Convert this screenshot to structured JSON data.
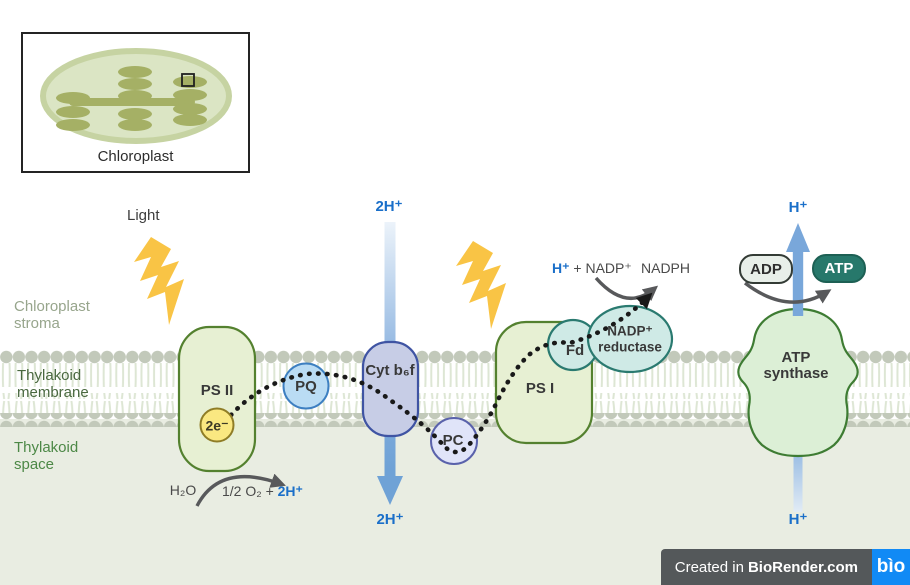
{
  "inset": {
    "label": "Chloroplast"
  },
  "light_label": "Light",
  "region_labels": {
    "stroma_line1": "Chloroplast",
    "stroma_line2": "stroma",
    "membrane_line1": "Thylakoid",
    "membrane_line2": "membrane",
    "space_line1": "Thylakoid",
    "space_line2": "space"
  },
  "complexes": {
    "ps2": "PS II",
    "pq": "PQ",
    "cyt_b6f": "Cyt b₆f",
    "pc": "PC",
    "ps1": "PS I",
    "fd": "Fd",
    "nadp_reductase_line1": "NADP⁺",
    "nadp_reductase_line2": "reductase",
    "atp_synthase_line1": "ATP",
    "atp_synthase_line2": "synthase"
  },
  "electrons": "2e⁻",
  "protons": {
    "cyt_top": "2H⁺",
    "cyt_bottom": "2H⁺",
    "synthase_top": "H⁺",
    "synthase_bottom": "H⁺"
  },
  "reactions": {
    "water": "H₂O",
    "oxygen_prefix": "1/2 O₂ + ",
    "oxygen_protons": "2H⁺",
    "nadp_proton": "H⁺",
    "nadp_rest": " + NADP⁺",
    "nadph": "NADPH",
    "adp": "ADP",
    "atp": "ATP"
  },
  "footer": {
    "created_prefix": "Created in ",
    "brand": "BioRender.com",
    "logo": "bìo"
  },
  "colors": {
    "proton_blue": "#1a6fc9",
    "arrow_blue": "#79a7da",
    "bolt_yellow": "#f9c445",
    "membrane_bead": "#c2c9ba",
    "thylakoid_space_bg": "#e9ede2",
    "psii_psi_fill": "#e7f0d3",
    "cyt_fill": "#c7cde6",
    "reductase_fill": "#cfeae6",
    "footer_bar": "#54585a",
    "footer_logo_blue": "#118af5"
  }
}
